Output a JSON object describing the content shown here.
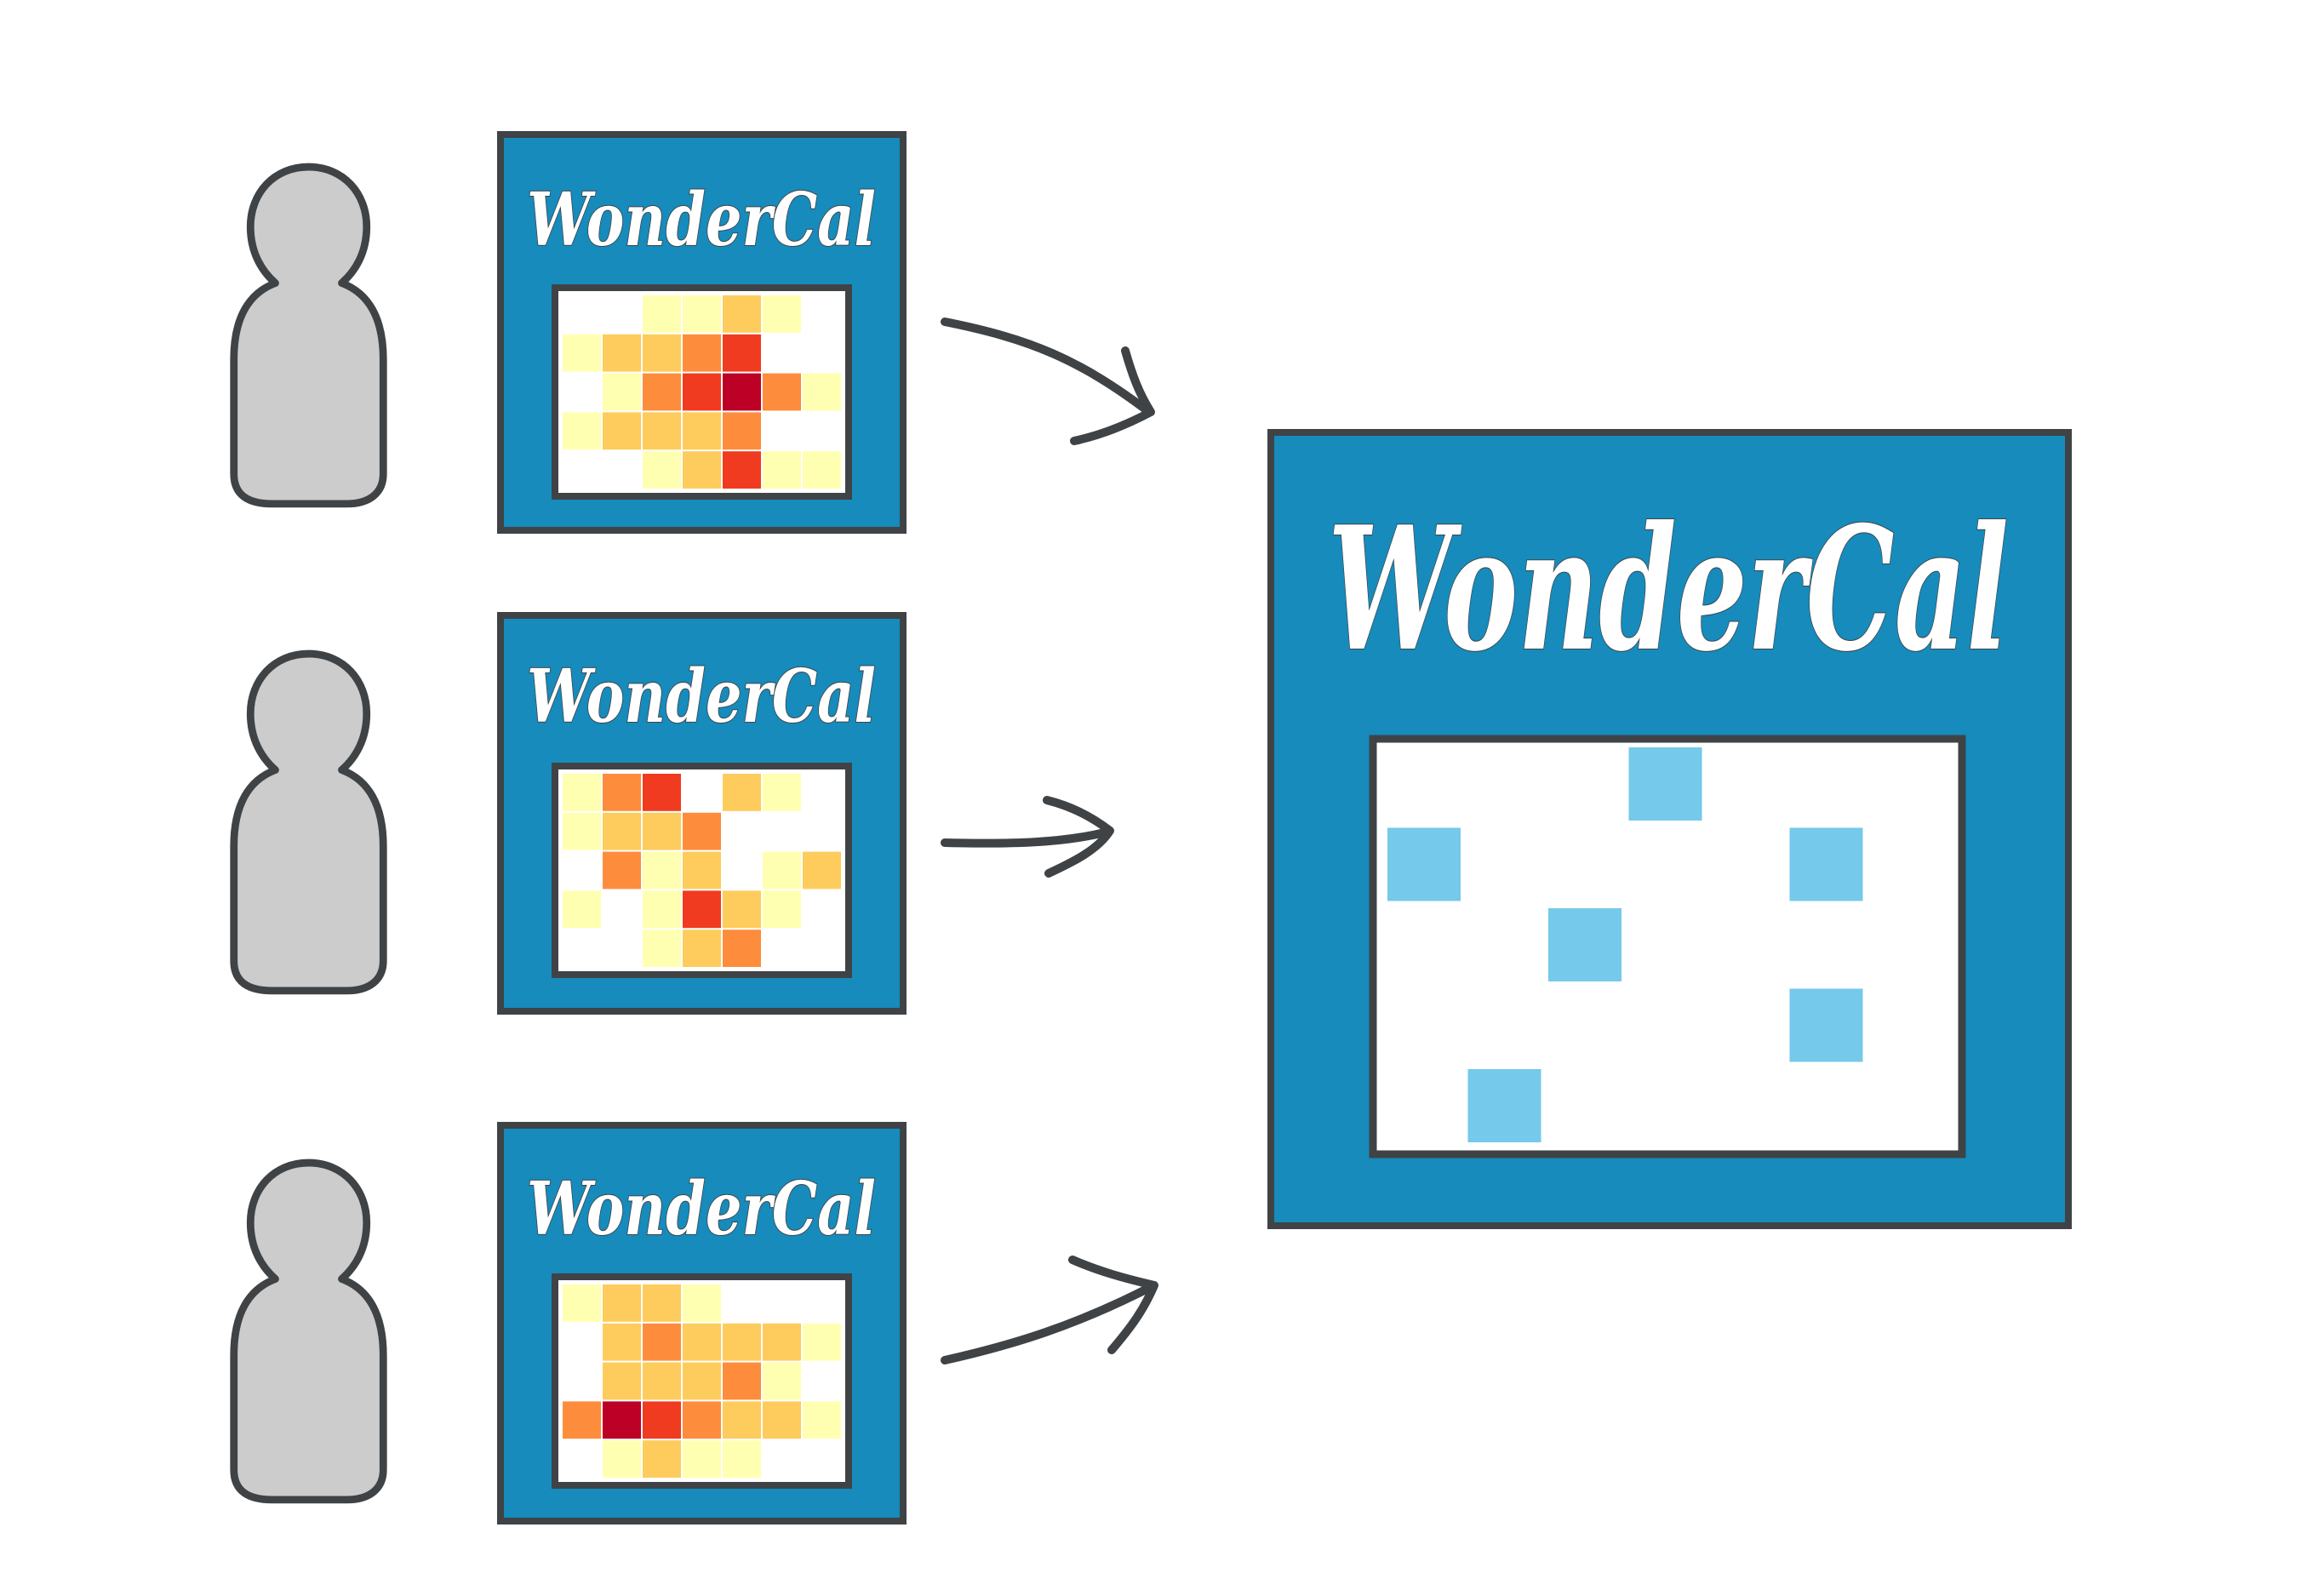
{
  "brand": {
    "app_name": "WonderCal",
    "panel_color": "#168bbc",
    "border_color": "#3f4346",
    "person_color": "#cccccc",
    "arrow_color": "#3f4346",
    "aggregate_block_color": "#75c9ea"
  },
  "heat_palette": [
    "#ffffff",
    "#ffffb2",
    "#fecc5c",
    "#fd8d3c",
    "#f03b20",
    "#bd0026"
  ],
  "users": [
    {
      "icon": "person-icon",
      "calendar": {
        "title": "WonderCal",
        "grid": [
          [
            0,
            0,
            1,
            1,
            2,
            1,
            0
          ],
          [
            1,
            2,
            2,
            3,
            4,
            0,
            0
          ],
          [
            0,
            1,
            3,
            4,
            5,
            3,
            1
          ],
          [
            1,
            2,
            2,
            2,
            3,
            0,
            0
          ],
          [
            0,
            0,
            1,
            2,
            4,
            1,
            1
          ]
        ]
      }
    },
    {
      "icon": "person-icon",
      "calendar": {
        "title": "WonderCal",
        "grid": [
          [
            1,
            3,
            4,
            0,
            2,
            1,
            0
          ],
          [
            1,
            2,
            2,
            3,
            0,
            0,
            0
          ],
          [
            0,
            3,
            1,
            2,
            0,
            1,
            2
          ],
          [
            1,
            0,
            1,
            4,
            2,
            1,
            0
          ],
          [
            0,
            0,
            1,
            2,
            3,
            0,
            0
          ]
        ]
      }
    },
    {
      "icon": "person-icon",
      "calendar": {
        "title": "WonderCal",
        "grid": [
          [
            1,
            2,
            2,
            1,
            0,
            0,
            0
          ],
          [
            0,
            2,
            3,
            2,
            2,
            2,
            1
          ],
          [
            0,
            2,
            2,
            2,
            3,
            1,
            0
          ],
          [
            3,
            5,
            4,
            3,
            2,
            2,
            1
          ],
          [
            0,
            1,
            2,
            1,
            1,
            0,
            0
          ]
        ]
      }
    }
  ],
  "aggregate": {
    "title": "WonderCal",
    "blocks": [
      {
        "col": 3,
        "row": 0
      },
      {
        "col": 0,
        "row": 1
      },
      {
        "col": 5,
        "row": 1
      },
      {
        "col": 2,
        "row": 2
      },
      {
        "col": 5,
        "row": 3
      },
      {
        "col": 1,
        "row": 4
      }
    ]
  }
}
